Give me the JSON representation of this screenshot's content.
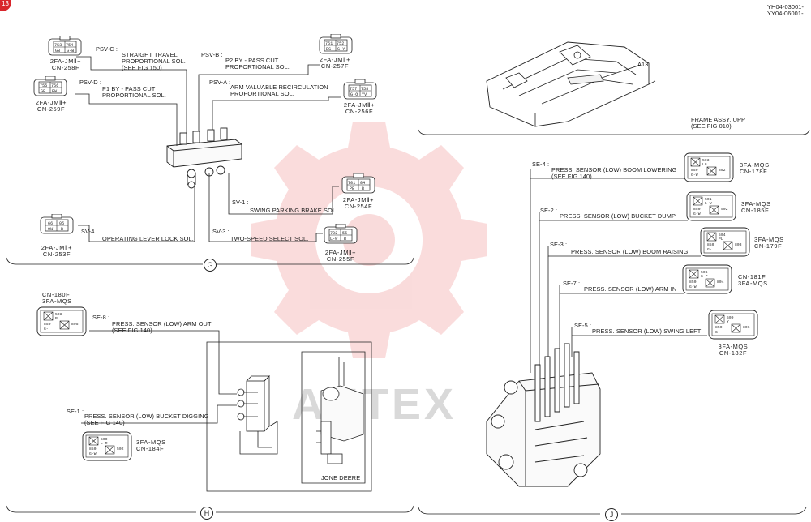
{
  "page": {
    "doc_code_1": "YH04-03001-",
    "doc_code_2": "YY04-06001-",
    "page_badge": "13",
    "watermark": "AHTEX"
  },
  "section_g": {
    "marker": "G",
    "connectors": [
      {
        "id": "psvc",
        "code": "PSV-C :",
        "desc": "STRAIGHT TRAVEL\nPROPORTIONAL SOL.\n(SEE FIG 150)",
        "part": "2FA-JMⅡ+\nCN-258F",
        "pins": [
          "753",
          "754",
          "GB",
          "G-B"
        ]
      },
      {
        "id": "psvb",
        "code": "PSV-B :",
        "desc": "P2 BY - PASS CUT\nPROPORTIONAL SOL.",
        "part": "2FA-JMⅡ+\nCN-257F",
        "pins": [
          "751",
          "752",
          "BG",
          "G-Y"
        ]
      },
      {
        "id": "psvd",
        "code": "PSV-D :",
        "desc": "P1 BY - PASS CUT\nPROPORTIONAL SOL.",
        "part": "2FA-JMⅡ+\nCN-259F",
        "pins": [
          "755",
          "756",
          "GP",
          "PW"
        ]
      },
      {
        "id": "psva",
        "code": "PSV-A :",
        "desc": "ARM VALUABLE RECIRCULATION\nPROPORTIONAL SOL.",
        "part": "2FA-JMⅡ+\nCN-256F",
        "pins": [
          "757",
          "758",
          "G-O",
          "YV"
        ]
      },
      {
        "id": "sv1",
        "code": "SV-1 :",
        "desc": "SWING PARKING BRAKE SOL.",
        "part": "2FA-JMⅡ+\nCN-254F",
        "pins": [
          "701",
          "04",
          "PB",
          "B"
        ]
      },
      {
        "id": "sv3",
        "code": "SV-3 :",
        "desc": "TWO-SPEED SELECT SOL.",
        "part": "2FA-JMⅡ+\nCN-255F",
        "pins": [
          "702",
          "55",
          "L-W",
          "B"
        ]
      },
      {
        "id": "sv4",
        "code": "SV-4 :",
        "desc": "OPERATING LEVER LOCK SOL.",
        "part": "2FA-JMⅡ+\nCN-253F",
        "pins": [
          "66",
          "05",
          "OW",
          "B"
        ]
      }
    ]
  },
  "frame": {
    "label": "FRAME ASSY, UPP\n(SEE FIG 010)",
    "callout": "A13"
  },
  "section_h": {
    "marker": "H",
    "se8": {
      "code": "SE-8 :",
      "desc": "PRESS. SENSOR (LOW) ARM OUT\n(SEE FIG 140)",
      "part": "CN-180F\n3FA-MQS",
      "pins": [
        "508",
        "PL",
        "850",
        "G-",
        "805"
      ]
    },
    "se1": {
      "code": "SE-1 :",
      "desc": "PRESS. SENSOR (LOW) BUCKET DIGGING\n(SEE FIG 140)",
      "part": "3FA-MQS\nCN-184F",
      "pins": [
        "500",
        "L-R",
        "850",
        "G-W",
        "502"
      ]
    },
    "engine_label": "JONE DEERE"
  },
  "section_j": {
    "marker": "J",
    "sensors": [
      {
        "id": "se4",
        "code": "SE-4 :",
        "desc": "PRESS. SENSOR (LOW) BOOM LOWERING\n(SEE FIG 140)",
        "part": "3FA-MQS\nCN-178F",
        "pins": [
          "503",
          "LG",
          "850",
          "G-W",
          "802"
        ]
      },
      {
        "id": "se2",
        "code": "SE-2 :",
        "desc": "PRESS. SENSOR (LOW) BUCKET DUMP",
        "part": "3FA-MQS\nCN-185F",
        "pins": [
          "501",
          "L-W",
          "850",
          "G-W",
          "502"
        ]
      },
      {
        "id": "se3",
        "code": "SE-3 :",
        "desc": "PRESS. SENSOR (LOW) BOOM RAISING",
        "part": "3FA-MQS\nCN-179F",
        "pins": [
          "504",
          "PL",
          "850",
          "G-",
          "803"
        ]
      },
      {
        "id": "se7",
        "code": "SE-7 :",
        "desc": "PRESS. SENSOR (LOW) ARM IN",
        "part": "CN-181F\n3FA-MQS",
        "pins": [
          "506",
          "G-P",
          "850",
          "G-W",
          "804"
        ]
      },
      {
        "id": "se5",
        "code": "SE-5 :",
        "desc": "PRESS. SENSOR (LOW) SWING LEFT",
        "part": "3FA-MQS\nCN-182F",
        "pins": [
          "509",
          "Y",
          "850",
          "G-",
          "806"
        ]
      }
    ]
  }
}
